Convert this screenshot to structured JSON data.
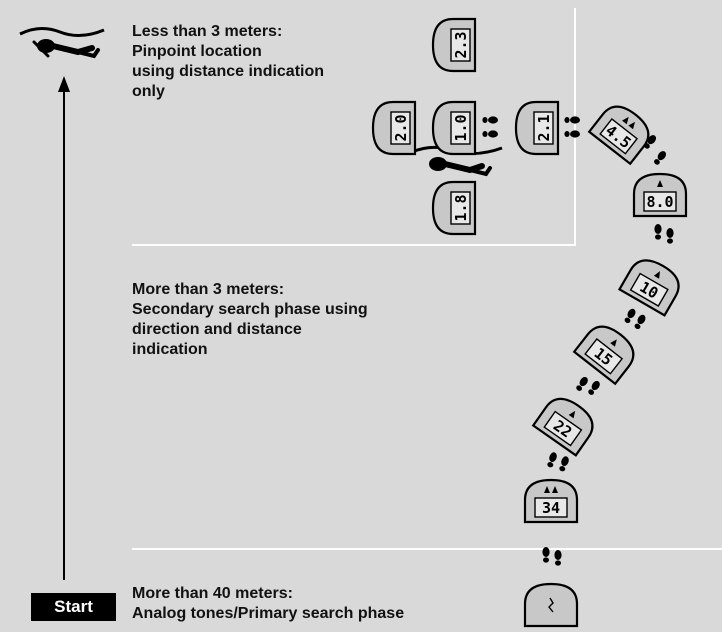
{
  "zones": {
    "near": {
      "lines": [
        "Less than 3 meters:",
        "Pinpoint location",
        "using distance indication",
        "only"
      ]
    },
    "mid": {
      "lines": [
        "More than 3 meters:",
        "Secondary search phase using",
        "direction and distance",
        "indication"
      ]
    },
    "far": {
      "lines": [
        "More than 40 meters:",
        "Analog tones/Primary search phase"
      ]
    }
  },
  "start_label": "Start",
  "readings": [
    "2.3",
    "2.0",
    "1.0",
    "2.1",
    "1.8",
    "4.5",
    "8.0",
    "10",
    "15",
    "22",
    "34",
    "analog"
  ],
  "icons": [
    "avalanche-victim-icon",
    "footprint-icon",
    "transceiver-icon",
    "direction-arrow-icon"
  ]
}
